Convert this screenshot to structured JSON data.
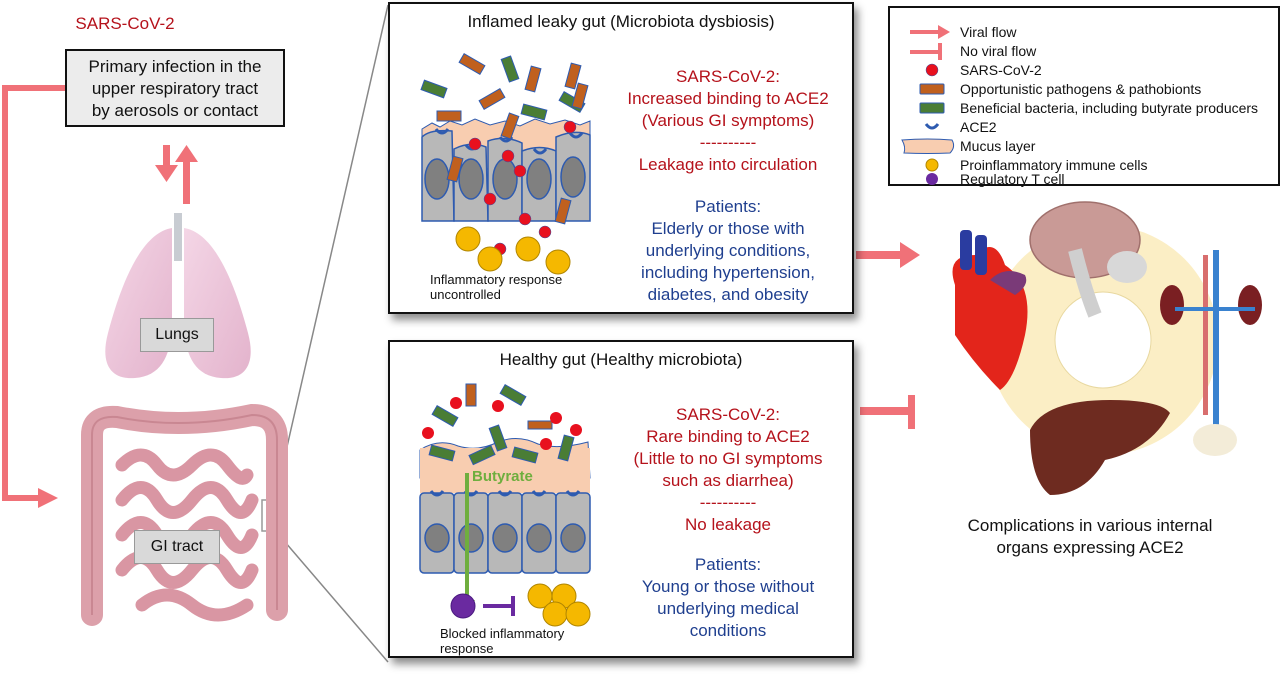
{
  "left_column": {
    "virus_label": "SARS-CoV-2",
    "primary_infection_box": [
      "Primary infection in the",
      "upper respiratory tract",
      "by aerosols or contact"
    ],
    "lungs_label": "Lungs",
    "gi_label": "GI tract"
  },
  "inflamed_panel": {
    "title": "Inflamed leaky gut (Microbiota dysbiosis)",
    "virus_heading": "SARS-CoV-2:",
    "binding": "Increased binding to ACE2",
    "symptoms": "(Various GI symptoms)",
    "divider": "----------",
    "leakage": "Leakage into circulation",
    "patients_heading": "Patients:",
    "patients_lines": [
      "Elderly or those with",
      "underlying conditions,",
      "including hypertension,",
      "diabetes, and obesity"
    ],
    "caption_lines": [
      "Inflammatory response",
      "uncontrolled"
    ]
  },
  "healthy_panel": {
    "title": "Healthy gut (Healthy microbiota)",
    "virus_heading": "SARS-CoV-2:",
    "binding": "Rare binding to ACE2",
    "symptoms_lines": [
      "(Little to no GI symptoms",
      "such as diarrhea)"
    ],
    "divider": "----------",
    "leakage": "No leakage",
    "patients_heading": "Patients:",
    "patients_lines": [
      "Young or those without",
      "underlying medical",
      "conditions"
    ],
    "butyrate_label": "Butyrate",
    "caption_lines": [
      "Blocked inflammatory",
      "response"
    ]
  },
  "legend": {
    "items": [
      {
        "symbol": "arrow",
        "label": "Viral flow"
      },
      {
        "symbol": "blunt-arrow",
        "label": "No viral flow"
      },
      {
        "symbol": "red-dot",
        "label": "SARS-CoV-2"
      },
      {
        "symbol": "orange-rod",
        "label": "Opportunistic pathogens & pathobionts"
      },
      {
        "symbol": "green-rod",
        "label": "Beneficial bacteria, including butyrate producers"
      },
      {
        "symbol": "ace2-cup",
        "label": "ACE2"
      },
      {
        "symbol": "mucus-layer",
        "label": "Mucus layer"
      },
      {
        "symbol": "yellow-dot",
        "label": "Proinflammatory immune cells"
      },
      {
        "symbol": "purple-dot",
        "label": "Regulatory T cell"
      }
    ]
  },
  "organs": {
    "caption_lines": [
      "Complications in various internal",
      "organs expressing ACE2"
    ],
    "items": [
      "brain",
      "heart",
      "kidneys",
      "liver"
    ]
  },
  "colors": {
    "viral_flow": "#f07178",
    "virus": "#e8101e",
    "pathogen": "#c0601e",
    "beneficial": "#4a7d35",
    "ace2": "#2e5bb0",
    "mucus": "#f8cdb0",
    "proinflammatory": "#f5b800",
    "treg": "#6a2aa0",
    "cell": "#b8b8b8",
    "text_red": "#b5121b",
    "text_blue": "#1f3f8f"
  }
}
